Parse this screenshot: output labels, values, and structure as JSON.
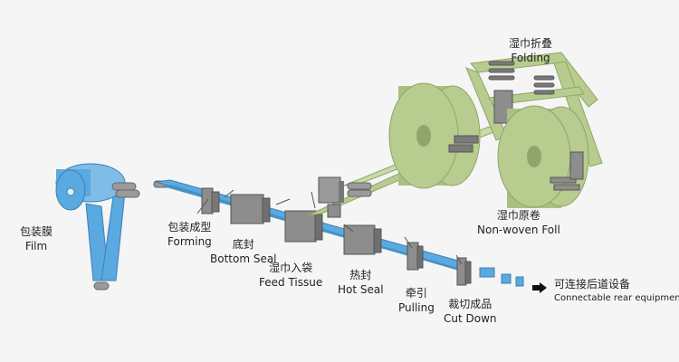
{
  "labels": {
    "film": {
      "cn": "包装膜",
      "en": "Film"
    },
    "forming": {
      "cn": "包装成型",
      "en": "Forming"
    },
    "bottom_seal": {
      "cn": "底封",
      "en": "Bottom Seal"
    },
    "feed_tissue": {
      "cn": "湿巾入袋",
      "en": "Feed Tissue"
    },
    "hot_seal": {
      "cn": "热封",
      "en": "Hot Seal"
    },
    "pulling": {
      "cn": "牵引",
      "en": "Pulling"
    },
    "cut_down": {
      "cn": "裁切成品",
      "en": "Cut Down"
    },
    "folding": {
      "cn": "湿巾折叠",
      "en": "Folding"
    },
    "nonwoven": {
      "cn": "湿巾原卷",
      "en": "Non-woven Foll"
    },
    "rear": {
      "cn": "可连接后道设备",
      "en": "Connectable rear equipment"
    }
  },
  "colors": {
    "roll_green": "#b7cc8e",
    "roll_edge": "#8ea66a",
    "film_blue": "#5aa9e0",
    "machine_gray": "#8d8d8d"
  }
}
